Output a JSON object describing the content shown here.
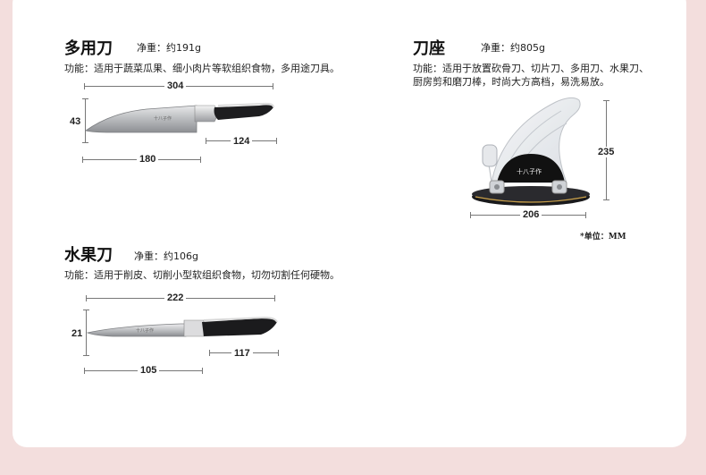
{
  "multi_knife": {
    "title": "多用刀",
    "weight": "净重：约191g",
    "desc": "功能：适用于蔬菜瓜果、细小肉片等软组织食物，多用途刀具。",
    "dim_total": "304",
    "dim_height": "43",
    "dim_blade": "180",
    "dim_handle": "124"
  },
  "knife_block": {
    "title": "刀座",
    "weight": "净重：约805g",
    "desc_line1": "功能：适用于放置砍骨刀、切片刀、多用刀、水果刀、",
    "desc_line2": "厨房剪和磨刀棒，时尚大方高档，易洗易放。",
    "dim_height": "235",
    "dim_width": "206",
    "unit_note": "*单位：MM"
  },
  "fruit_knife": {
    "title": "水果刀",
    "weight": "净重：约106g",
    "desc": "功能：适用于削皮、切削小型软组织食物，切勿切割任何硬物。",
    "dim_total": "222",
    "dim_height": "21",
    "dim_blade": "105",
    "dim_handle": "117"
  }
}
